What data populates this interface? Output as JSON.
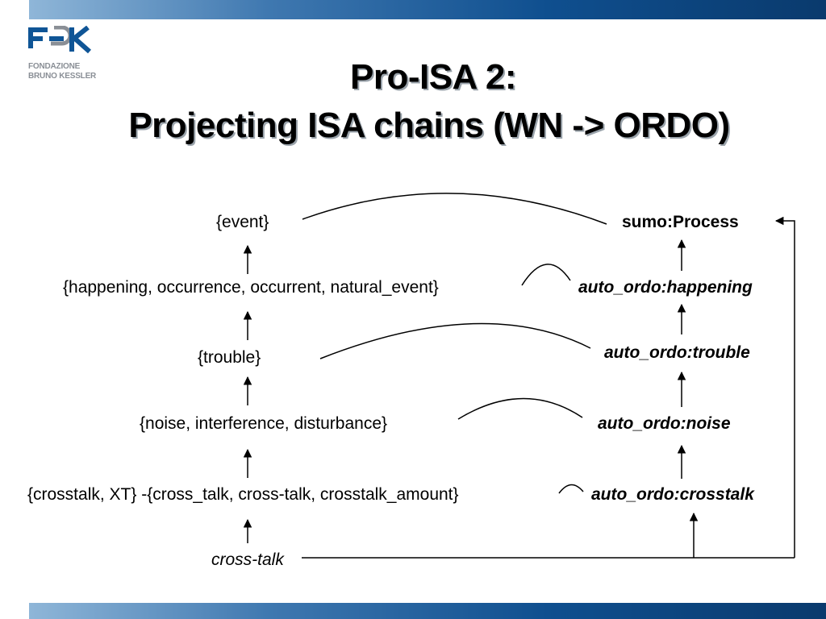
{
  "slide": {
    "title_line1": "Pro-ISA 2:",
    "title_line2": "Projecting ISA chains (WN -> ORDO)"
  },
  "logo": {
    "line1": "FONDAZIONE",
    "line2": "BRUNO KESSLER",
    "accent_color": "#0f5596",
    "gray_color": "#8a8f96"
  },
  "wordnet_chain": [
    "{event}",
    "{happening, occurrence, occurrent, natural_event}",
    "{trouble}",
    "{noise, interference, disturbance}",
    "{crosstalk, XT} -{cross_talk, cross-talk, crosstalk_amount}"
  ],
  "ordo_chain": [
    "sumo:Process",
    "auto_ordo:happening",
    "auto_ordo:trouble",
    "auto_ordo:noise",
    "auto_ordo:crosstalk"
  ],
  "source_term": "cross-talk",
  "colors": {
    "band": "#0f4f8f",
    "text": "#000000"
  }
}
